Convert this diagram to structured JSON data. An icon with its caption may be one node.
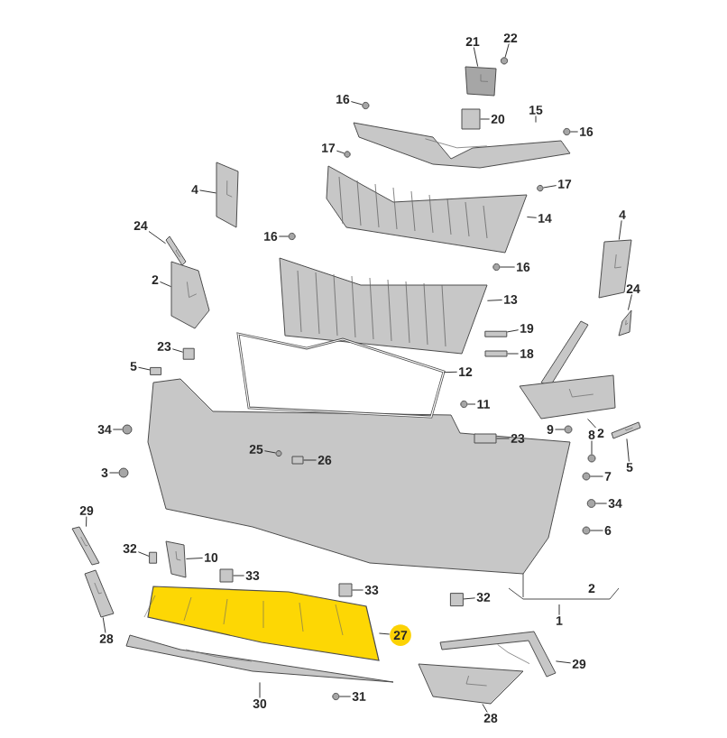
{
  "diagram": {
    "nodes": [
      {
        "text": [
          "21"
        ]
      },
      {
        "text": [
          "22"
        ]
      },
      {
        "text": [
          "16"
        ]
      },
      {
        "text": [
          "20"
        ]
      },
      {
        "text": [
          "15"
        ]
      },
      {
        "text": [
          "16"
        ]
      },
      {
        "text": [
          "17"
        ]
      },
      {
        "text": [
          "4"
        ]
      },
      {
        "text": [
          "17"
        ]
      },
      {
        "text": [
          "24"
        ]
      },
      {
        "text": [
          "14"
        ]
      },
      {
        "text": [
          "4"
        ]
      },
      {
        "text": [
          "16"
        ]
      },
      {
        "text": [
          "16"
        ]
      },
      {
        "text": [
          "2"
        ]
      },
      {
        "text": [
          "13"
        ]
      },
      {
        "text": [
          "24"
        ]
      },
      {
        "text": [
          "19"
        ]
      },
      {
        "text": [
          "23"
        ]
      },
      {
        "text": [
          "18"
        ]
      },
      {
        "text": [
          "5"
        ]
      },
      {
        "text": [
          "12"
        ]
      },
      {
        "text": [
          "11"
        ]
      },
      {
        "text": [
          "34"
        ]
      },
      {
        "text": [
          "9"
        ]
      },
      {
        "text": [
          "2"
        ]
      },
      {
        "text": [
          "23"
        ]
      },
      {
        "text": [
          "25"
        ]
      },
      {
        "text": [
          "8"
        ]
      },
      {
        "text": [
          "26"
        ]
      },
      {
        "text": [
          "5"
        ]
      },
      {
        "text": [
          "3"
        ]
      },
      {
        "text": [
          "7"
        ]
      },
      {
        "text": [
          "34"
        ]
      },
      {
        "text": [
          "29"
        ]
      },
      {
        "text": [
          "6"
        ]
      },
      {
        "text": [
          "32"
        ]
      },
      {
        "text": [
          "10"
        ]
      },
      {
        "text": [
          "33"
        ]
      },
      {
        "text": [
          "33"
        ]
      },
      {
        "text": [
          "2"
        ]
      },
      {
        "text": [
          "32"
        ]
      },
      {
        "text": [
          "1"
        ]
      },
      {
        "text": [
          "28"
        ]
      },
      {
        "text": [
          "27"
        ]
      },
      {
        "text": [
          "29"
        ]
      },
      {
        "text": [
          "30"
        ]
      },
      {
        "text": [
          "31"
        ]
      },
      {
        "text": [
          "28"
        ]
      },
      {
        "text": [],
        "shape": "picture"
      },
      {
        "text": [],
        "shape": "circle"
      },
      {
        "text": [],
        "shape": "circle"
      },
      {
        "text": [],
        "shape": "box"
      },
      {
        "text": [],
        "shape": "picture"
      },
      {
        "text": [],
        "shape": "circle"
      },
      {
        "text": [],
        "shape": "circle"
      },
      {
        "text": [],
        "shape": "picture"
      },
      {
        "text": [],
        "shape": "circle"
      },
      {
        "text": [],
        "shape": "picture"
      },
      {
        "text": [],
        "shape": "picture"
      },
      {
        "text": [],
        "shape": "picture"
      },
      {
        "text": [],
        "shape": "circle"
      },
      {
        "text": [],
        "shape": "circle"
      },
      {
        "text": [],
        "shape": "picture"
      },
      {
        "text": [],
        "shape": "picture"
      },
      {
        "text": [],
        "shape": "picture"
      },
      {
        "text": [],
        "shape": "box"
      },
      {
        "text": [],
        "shape": "box"
      },
      {
        "text": [],
        "shape": "box"
      },
      {
        "text": [],
        "shape": "box"
      },
      {
        "text": [],
        "shape": "picture"
      },
      {
        "text": [],
        "shape": "circle"
      },
      {
        "text": [],
        "shape": "circle"
      },
      {
        "text": [],
        "shape": "circle"
      },
      {
        "text": [],
        "shape": "picture"
      },
      {
        "text": [],
        "shape": "box"
      },
      {
        "text": [],
        "shape": "circle"
      },
      {
        "text": [],
        "shape": "circle"
      },
      {
        "text": [],
        "shape": "box"
      },
      {
        "text": [],
        "shape": "picture"
      },
      {
        "text": [],
        "shape": "circle"
      },
      {
        "text": [],
        "shape": "circle"
      },
      {
        "text": [],
        "shape": "circle"
      },
      {
        "text": [],
        "shape": "picture"
      },
      {
        "text": [],
        "shape": "circle"
      },
      {
        "text": [],
        "shape": "box"
      },
      {
        "text": [],
        "shape": "picture"
      },
      {
        "text": [],
        "shape": "box"
      },
      {
        "text": [],
        "shape": "box"
      },
      {
        "text": [],
        "shape": "box"
      },
      {
        "text": [],
        "shape": "picture"
      },
      {
        "text": [],
        "shape": "picture"
      },
      {
        "text": [],
        "shape": "picture"
      },
      {
        "text": [],
        "shape": "picture"
      },
      {
        "text": [],
        "shape": "circle"
      },
      {
        "text": [],
        "shape": "picture"
      }
    ],
    "edges": [
      {
        "from": 0,
        "to": 49,
        "arrow": "none"
      },
      {
        "from": 1,
        "to": 50,
        "arrow": "none"
      },
      {
        "from": 2,
        "to": 51,
        "arrow": "none"
      },
      {
        "from": 3,
        "to": 52,
        "arrow": "none"
      },
      {
        "from": 4,
        "to": 53,
        "arrow": "none"
      },
      {
        "from": 5,
        "to": 54,
        "arrow": "none"
      },
      {
        "from": 6,
        "to": 55,
        "arrow": "none"
      },
      {
        "from": 7,
        "to": 56,
        "arrow": "none"
      },
      {
        "from": 8,
        "to": 57,
        "arrow": "none"
      },
      {
        "from": 9,
        "to": 58,
        "arrow": "none"
      },
      {
        "from": 10,
        "to": 59,
        "arrow": "none"
      },
      {
        "from": 11,
        "to": 60,
        "arrow": "none"
      },
      {
        "from": 12,
        "to": 61,
        "arrow": "none"
      },
      {
        "from": 13,
        "to": 62,
        "arrow": "none"
      },
      {
        "from": 14,
        "to": 63,
        "arrow": "none"
      },
      {
        "from": 15,
        "to": 64,
        "arrow": "none"
      },
      {
        "from": 16,
        "to": 65,
        "arrow": "none"
      },
      {
        "from": 17,
        "to": 66,
        "arrow": "none"
      },
      {
        "from": 18,
        "to": 67,
        "arrow": "none"
      },
      {
        "from": 19,
        "to": 68,
        "arrow": "none"
      },
      {
        "from": 20,
        "to": 69,
        "arrow": "none"
      },
      {
        "from": 21,
        "to": 70,
        "arrow": "none"
      },
      {
        "from": 22,
        "to": 71,
        "arrow": "none"
      },
      {
        "from": 23,
        "to": 72,
        "arrow": "none"
      },
      {
        "from": 24,
        "to": 73,
        "arrow": "none"
      },
      {
        "from": 25,
        "to": 74,
        "arrow": "none"
      },
      {
        "from": 26,
        "to": 75,
        "arrow": "none"
      },
      {
        "from": 27,
        "to": 76,
        "arrow": "none"
      },
      {
        "from": 28,
        "to": 77,
        "arrow": "none"
      },
      {
        "from": 29,
        "to": 78,
        "arrow": "none"
      },
      {
        "from": 30,
        "to": 79,
        "arrow": "none"
      },
      {
        "from": 31,
        "to": 80,
        "arrow": "none"
      },
      {
        "from": 32,
        "to": 81,
        "arrow": "none"
      },
      {
        "from": 33,
        "to": 82,
        "arrow": "none"
      },
      {
        "from": 34,
        "to": 83,
        "arrow": "none"
      },
      {
        "from": 35,
        "to": 84,
        "arrow": "none"
      },
      {
        "from": 36,
        "to": 85,
        "arrow": "none"
      },
      {
        "from": 37,
        "to": 86,
        "arrow": "none"
      },
      {
        "from": 38,
        "to": 87,
        "arrow": "none"
      },
      {
        "from": 39,
        "to": 88,
        "arrow": "none"
      },
      {
        "from": 41,
        "to": 89,
        "arrow": "none"
      },
      {
        "from": 42,
        "to": null,
        "arrow": "none"
      },
      {
        "from": 43,
        "to": 90,
        "arrow": "none"
      },
      {
        "from": 44,
        "to": 91,
        "arrow": "none"
      },
      {
        "from": 45,
        "to": 92,
        "arrow": "none"
      },
      {
        "from": 46,
        "to": 93,
        "arrow": "none"
      },
      {
        "from": 47,
        "to": 94,
        "arrow": "none"
      },
      {
        "from": 48,
        "to": 95,
        "arrow": "none"
      }
    ]
  }
}
